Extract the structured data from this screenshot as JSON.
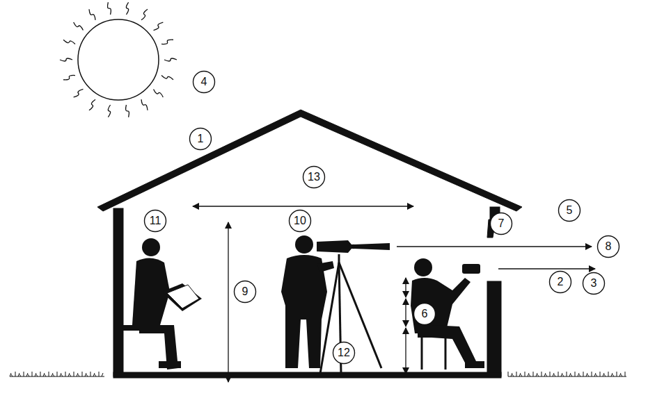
{
  "diagram": {
    "nodes": [
      {
        "text": [
          "4"
        ]
      },
      {
        "text": [
          "1"
        ]
      },
      {
        "text": [
          "13"
        ]
      },
      {
        "text": [
          "10"
        ]
      },
      {
        "text": [
          "5"
        ]
      },
      {
        "text": [
          "7"
        ]
      },
      {
        "text": [
          "11"
        ]
      },
      {
        "text": [
          "8"
        ]
      },
      {
        "text": [
          "2"
        ]
      },
      {
        "text": [
          "3"
        ]
      },
      {
        "text": [
          "9"
        ]
      },
      {
        "text": [
          "6"
        ]
      },
      {
        "text": [
          "12"
        ]
      }
    ]
  }
}
